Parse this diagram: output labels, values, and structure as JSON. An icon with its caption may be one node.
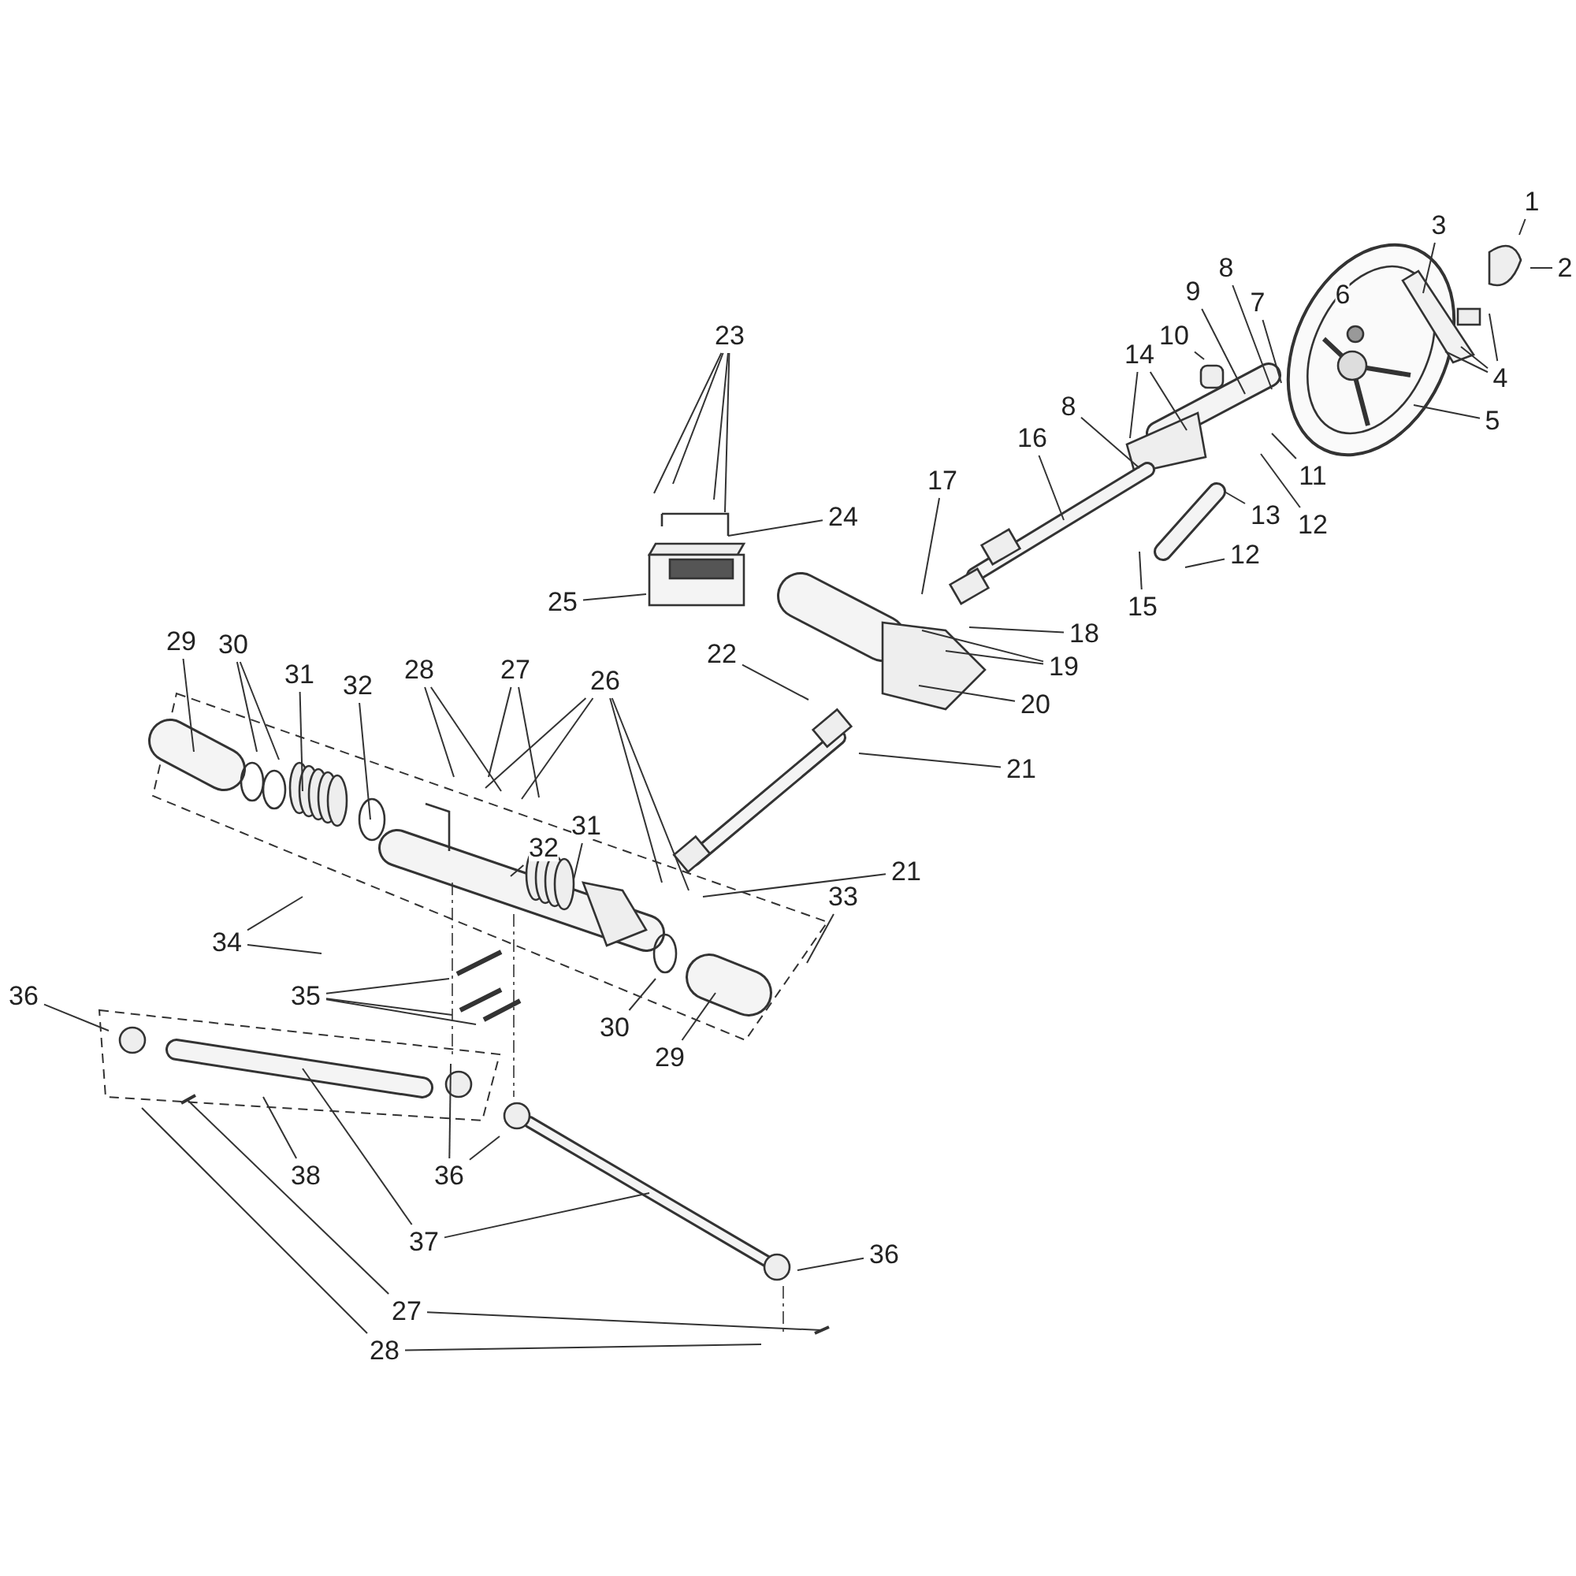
{
  "diagram": {
    "nodes": [
      {
        "text": [
          "1"
        ]
      },
      {
        "text": [
          "3"
        ]
      },
      {
        "text": [
          "2"
        ]
      },
      {
        "text": [
          "8"
        ]
      },
      {
        "text": [
          "9"
        ]
      },
      {
        "text": [
          "6"
        ]
      },
      {
        "text": [
          "7"
        ]
      },
      {
        "text": [
          "10"
        ]
      },
      {
        "text": [
          "23"
        ]
      },
      {
        "text": [
          "14"
        ]
      },
      {
        "text": [
          "4"
        ]
      },
      {
        "text": [
          "8"
        ]
      },
      {
        "text": [
          "5"
        ]
      },
      {
        "text": [
          "16"
        ]
      },
      {
        "text": [
          "11"
        ]
      },
      {
        "text": [
          "17"
        ]
      },
      {
        "text": [
          "13"
        ]
      },
      {
        "text": [
          "24"
        ]
      },
      {
        "text": [
          "12"
        ]
      },
      {
        "text": [
          "12"
        ]
      },
      {
        "text": [
          "25"
        ]
      },
      {
        "text": [
          "15"
        ]
      },
      {
        "text": [
          "18"
        ]
      },
      {
        "text": [
          "29"
        ]
      },
      {
        "text": [
          "30"
        ]
      },
      {
        "text": [
          "22"
        ]
      },
      {
        "text": [
          "19"
        ]
      },
      {
        "text": [
          "31"
        ]
      },
      {
        "text": [
          "28"
        ]
      },
      {
        "text": [
          "27"
        ]
      },
      {
        "text": [
          "26"
        ]
      },
      {
        "text": [
          "32"
        ]
      },
      {
        "text": [
          "20"
        ]
      },
      {
        "text": [
          "21"
        ]
      },
      {
        "text": [
          "31"
        ]
      },
      {
        "text": [
          "32"
        ]
      },
      {
        "text": [
          "21"
        ]
      },
      {
        "text": [
          "33"
        ]
      },
      {
        "text": [
          "34"
        ]
      },
      {
        "text": [
          "36"
        ]
      },
      {
        "text": [
          "35"
        ]
      },
      {
        "text": [
          "30"
        ]
      },
      {
        "text": [
          "29"
        ]
      },
      {
        "text": [
          "38"
        ]
      },
      {
        "text": [
          "36"
        ]
      },
      {
        "text": [
          "37"
        ]
      },
      {
        "text": [
          "36"
        ]
      },
      {
        "text": [
          "27"
        ]
      },
      {
        "text": [
          "28"
        ]
      }
    ],
    "edges": [
      {
        "from": 0,
        "to": null,
        "arrow": "none"
      },
      {
        "from": 1,
        "to": null,
        "arrow": "none"
      },
      {
        "from": 2,
        "to": null,
        "arrow": "none"
      },
      {
        "from": 3,
        "to": null,
        "arrow": "none"
      },
      {
        "from": 4,
        "to": null,
        "arrow": "none"
      },
      {
        "from": 6,
        "to": null,
        "arrow": "none"
      },
      {
        "from": 7,
        "to": null,
        "arrow": "none"
      },
      {
        "from": 8,
        "to": null,
        "arrow": "none"
      },
      {
        "from": 8,
        "to": null,
        "arrow": "none"
      },
      {
        "from": 8,
        "to": null,
        "arrow": "none"
      },
      {
        "from": 8,
        "to": null,
        "arrow": "none"
      },
      {
        "from": 9,
        "to": null,
        "arrow": "none"
      },
      {
        "from": 9,
        "to": null,
        "arrow": "none"
      },
      {
        "from": 10,
        "to": null,
        "arrow": "none"
      },
      {
        "from": 10,
        "to": null,
        "arrow": "none"
      },
      {
        "from": 10,
        "to": null,
        "arrow": "none"
      },
      {
        "from": 11,
        "to": null,
        "arrow": "none"
      },
      {
        "from": 12,
        "to": null,
        "arrow": "none"
      },
      {
        "from": 13,
        "to": null,
        "arrow": "none"
      },
      {
        "from": 14,
        "to": null,
        "arrow": "none"
      },
      {
        "from": 15,
        "to": null,
        "arrow": "none"
      },
      {
        "from": 16,
        "to": null,
        "arrow": "none"
      },
      {
        "from": 17,
        "to": null,
        "arrow": "none"
      },
      {
        "from": 18,
        "to": null,
        "arrow": "none"
      },
      {
        "from": 19,
        "to": null,
        "arrow": "none"
      },
      {
        "from": 20,
        "to": null,
        "arrow": "none"
      },
      {
        "from": 21,
        "to": null,
        "arrow": "none"
      },
      {
        "from": 22,
        "to": null,
        "arrow": "none"
      },
      {
        "from": 23,
        "to": null,
        "arrow": "none"
      },
      {
        "from": 24,
        "to": null,
        "arrow": "none"
      },
      {
        "from": 24,
        "to": null,
        "arrow": "none"
      },
      {
        "from": 25,
        "to": null,
        "arrow": "none"
      },
      {
        "from": 26,
        "to": null,
        "arrow": "none"
      },
      {
        "from": 26,
        "to": null,
        "arrow": "none"
      },
      {
        "from": 27,
        "to": null,
        "arrow": "none"
      },
      {
        "from": 28,
        "to": null,
        "arrow": "none"
      },
      {
        "from": 28,
        "to": null,
        "arrow": "none"
      },
      {
        "from": 29,
        "to": null,
        "arrow": "none"
      },
      {
        "from": 29,
        "to": null,
        "arrow": "none"
      },
      {
        "from": 30,
        "to": null,
        "arrow": "none"
      },
      {
        "from": 30,
        "to": null,
        "arrow": "none"
      },
      {
        "from": 30,
        "to": null,
        "arrow": "none"
      },
      {
        "from": 30,
        "to": null,
        "arrow": "none"
      },
      {
        "from": 31,
        "to": null,
        "arrow": "none"
      },
      {
        "from": 32,
        "to": null,
        "arrow": "none"
      },
      {
        "from": 33,
        "to": null,
        "arrow": "none"
      },
      {
        "from": 34,
        "to": null,
        "arrow": "none"
      },
      {
        "from": 35,
        "to": null,
        "arrow": "none"
      },
      {
        "from": 36,
        "to": null,
        "arrow": "none"
      },
      {
        "from": 37,
        "to": null,
        "arrow": "none"
      },
      {
        "from": 38,
        "to": null,
        "arrow": "none"
      },
      {
        "from": 38,
        "to": null,
        "arrow": "none"
      },
      {
        "from": 39,
        "to": null,
        "arrow": "none"
      },
      {
        "from": 40,
        "to": null,
        "arrow": "none"
      },
      {
        "from": 40,
        "to": null,
        "arrow": "none"
      },
      {
        "from": 40,
        "to": null,
        "arrow": "none"
      },
      {
        "from": 41,
        "to": null,
        "arrow": "none"
      },
      {
        "from": 42,
        "to": null,
        "arrow": "none"
      },
      {
        "from": 43,
        "to": null,
        "arrow": "none"
      },
      {
        "from": 44,
        "to": null,
        "arrow": "none"
      },
      {
        "from": 44,
        "to": null,
        "arrow": "none"
      },
      {
        "from": 45,
        "to": null,
        "arrow": "none"
      },
      {
        "from": 45,
        "to": null,
        "arrow": "none"
      },
      {
        "from": 46,
        "to": null,
        "arrow": "none"
      },
      {
        "from": 47,
        "to": null,
        "arrow": "none"
      },
      {
        "from": 47,
        "to": null,
        "arrow": "none"
      },
      {
        "from": 48,
        "to": null,
        "arrow": "none"
      },
      {
        "from": 48,
        "to": null,
        "arrow": "none"
      }
    ]
  }
}
